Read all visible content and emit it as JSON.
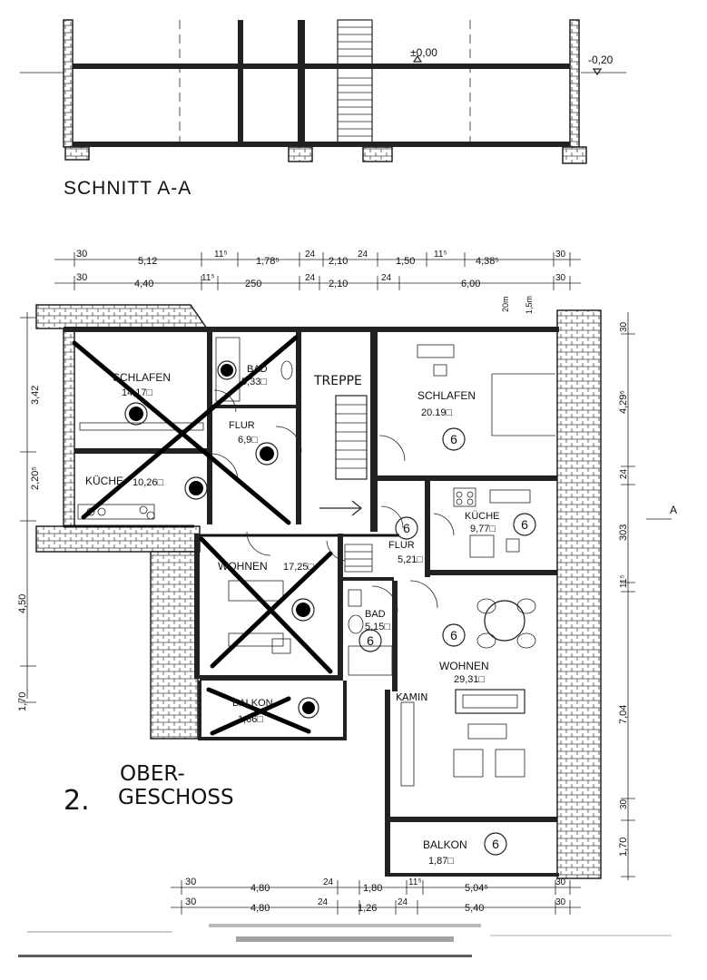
{
  "section": {
    "title": "SCHNITT A-A",
    "level_zero": "±0,00",
    "level_minus": "-0,20"
  },
  "floor": {
    "number": "2.",
    "name_line1": "OBER-",
    "name_line2": "GESCHOSS",
    "marker_a": "A"
  },
  "top_dims_row1": [
    "30",
    "5,12",
    "11⁵",
    "1,78⁵",
    "24",
    "2,10",
    "24",
    "1,50",
    "11⁵",
    "4,38⁵",
    "30"
  ],
  "top_dims_row2": [
    "30",
    "4,40",
    "11⁵",
    "250",
    "24",
    "2,10",
    "24",
    "6,00",
    "30"
  ],
  "bottom_dims_row1": [
    "30",
    "4,80",
    "24",
    "1,80",
    "11⁵",
    "5,04⁵",
    "30"
  ],
  "bottom_dims_row2": [
    "30",
    "4,80",
    "24",
    "1,26",
    "24",
    "5,40",
    "30"
  ],
  "left_dims": [
    "3,42",
    "2,20⁵",
    "4,50",
    "1,70"
  ],
  "right_dims": [
    "30",
    "4,29⁵",
    "24",
    "303",
    "11⁵",
    "7,04",
    "30",
    "1,70"
  ],
  "small_labels": [
    "20m",
    "1,5m"
  ],
  "rooms_left": [
    {
      "name": "SCHLAFEN",
      "area": "14,17"
    },
    {
      "name": "BAD",
      "area": "5,33"
    },
    {
      "name": "FLUR",
      "area": "6,9"
    },
    {
      "name": "KÜCHE",
      "area": "10,26"
    },
    {
      "name": "WOHNEN",
      "area": "17,25"
    },
    {
      "name": "BALKON",
      "area": "1,66"
    }
  ],
  "rooms_right": [
    {
      "name": "SCHLAFEN",
      "area": "20.19",
      "badge": "6"
    },
    {
      "name": "KÜCHE",
      "area": "9,77",
      "badge": "6"
    },
    {
      "name": "FLUR",
      "area": "5,21",
      "badge": "6"
    },
    {
      "name": "BAD",
      "area": "5,15",
      "badge": "6"
    },
    {
      "name": "WOHNEN",
      "area": "29,31",
      "badge": "6"
    },
    {
      "name": "BALKON",
      "area": "1,87",
      "badge": "6"
    }
  ],
  "labels": {
    "stair": "TREPPE",
    "fireplace": "KAMIN"
  }
}
